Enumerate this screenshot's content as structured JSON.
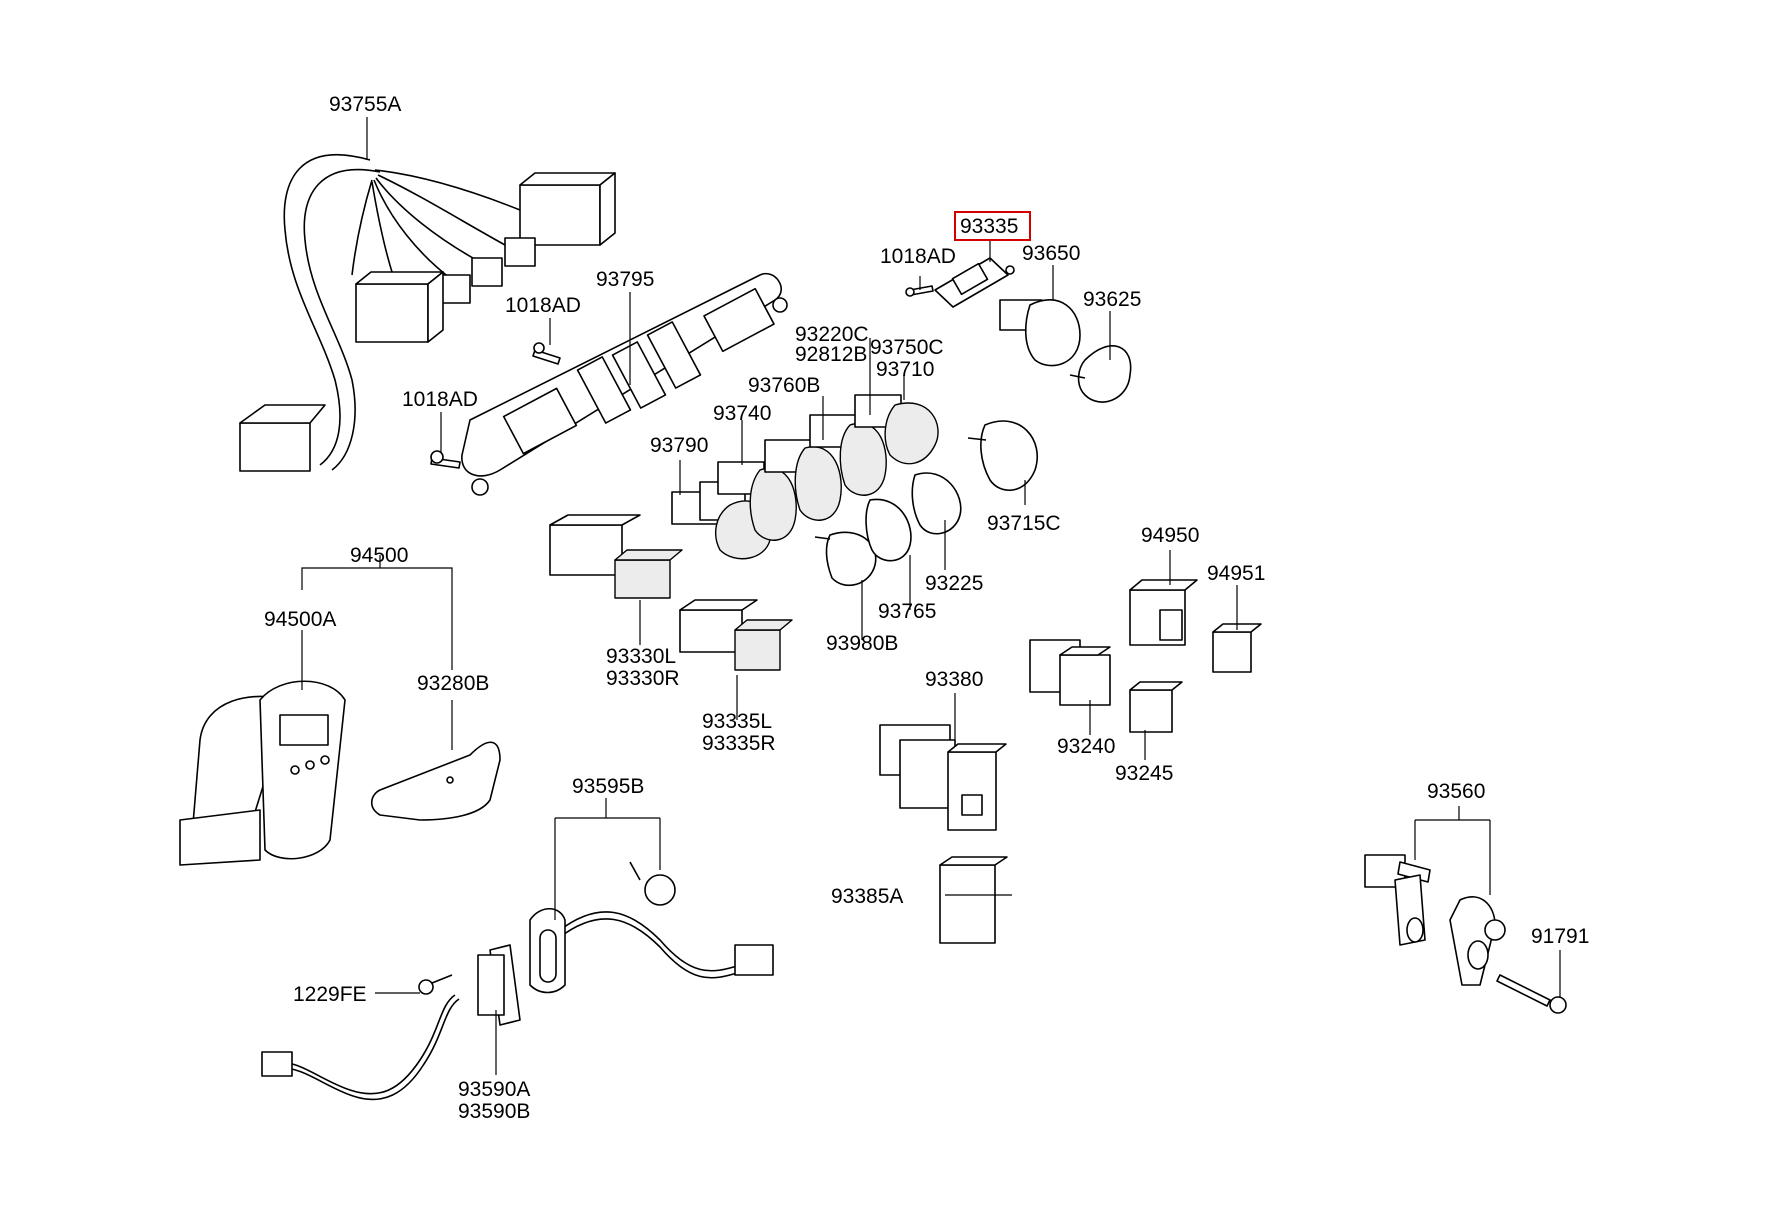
{
  "highlight_color": "#d40000",
  "labels": {
    "p93755A": "93755A",
    "p93335": "93335",
    "p1018AD_a": "1018AD",
    "p93650": "93650",
    "p93625": "93625",
    "p1018AD_b": "1018AD",
    "p93795": "93795",
    "p1018AD_c": "1018AD",
    "p93220C": "93220C",
    "p92812B": "92812B",
    "p93750C": "93750C",
    "p93710": "93710",
    "p93760B": "93760B",
    "p93740": "93740",
    "p93790": "93790",
    "p93715C": "93715C",
    "p94500": "94500",
    "p94500A": "94500A",
    "p93280B": "93280B",
    "p93330L": "93330L",
    "p93330R": "93330R",
    "p93335L": "93335L",
    "p93335R": "93335R",
    "p93225": "93225",
    "p93765": "93765",
    "p93980B": "93980B",
    "p94950": "94950",
    "p94951": "94951",
    "p93380": "93380",
    "p93240": "93240",
    "p93245": "93245",
    "p93385A": "93385A",
    "p93595B": "93595B",
    "p1229FE": "1229FE",
    "p93590A": "93590A",
    "p93590B": "93590B",
    "p93560": "93560",
    "p91791": "91791"
  }
}
